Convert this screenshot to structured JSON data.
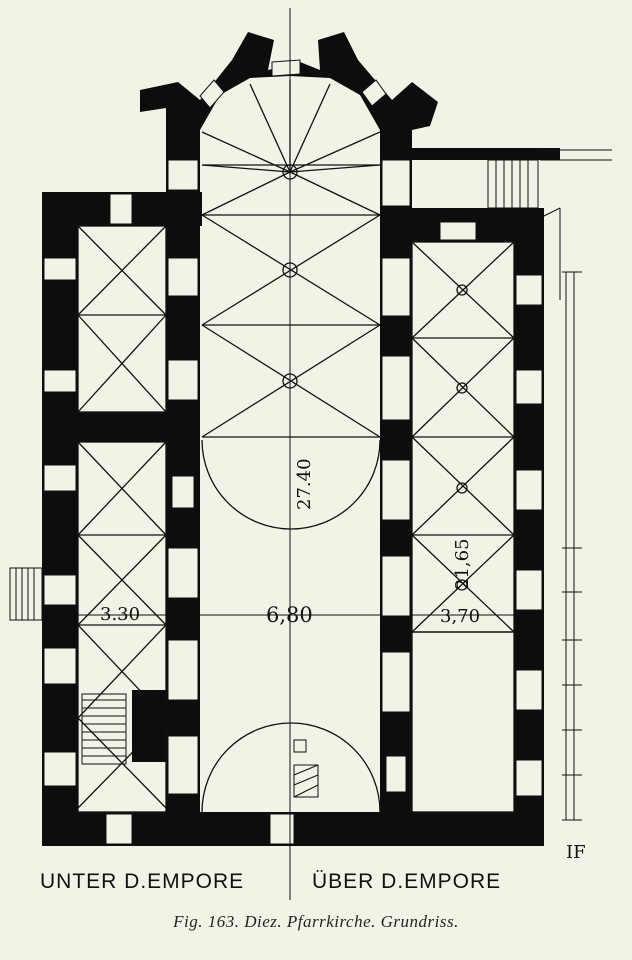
{
  "drawing": {
    "dimensions": {
      "left_aisle_width": "3.30",
      "nave_width": "6,80",
      "right_aisle_width": "3,70",
      "nave_length": "27.40",
      "aisle_length": "21,65"
    },
    "labels": {
      "left": "UNTER D.EMPORE",
      "right": "ÜBER D.EMPORE"
    },
    "signature": "IF"
  },
  "caption": "Fig. 163.  Diez.  Pfarrkirche.  Grundriss."
}
